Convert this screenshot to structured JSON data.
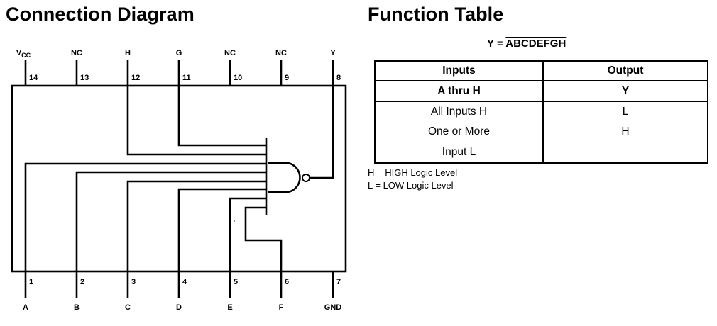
{
  "connection_diagram": {
    "title": "Connection Diagram",
    "top_pins": [
      {
        "number": "14",
        "label": "V",
        "label_sub": "CC"
      },
      {
        "number": "13",
        "label": "NC",
        "label_sub": ""
      },
      {
        "number": "12",
        "label": "H",
        "label_sub": ""
      },
      {
        "number": "11",
        "label": "G",
        "label_sub": ""
      },
      {
        "number": "10",
        "label": "NC",
        "label_sub": ""
      },
      {
        "number": "9",
        "label": "NC",
        "label_sub": ""
      },
      {
        "number": "8",
        "label": "Y",
        "label_sub": ""
      }
    ],
    "bottom_pins": [
      {
        "number": "1",
        "label": "A"
      },
      {
        "number": "2",
        "label": "B"
      },
      {
        "number": "3",
        "label": "C"
      },
      {
        "number": "4",
        "label": "D"
      },
      {
        "number": "5",
        "label": "E"
      },
      {
        "number": "6",
        "label": "F"
      },
      {
        "number": "7",
        "label": "GND"
      }
    ],
    "gate": {
      "type": "8-input NAND",
      "inputs": [
        "G",
        "H",
        "A",
        "B",
        "C",
        "D",
        "E",
        "F"
      ],
      "output": "Y"
    }
  },
  "function_table": {
    "title": "Function Table",
    "equation_lhs": "Y",
    "equation_sign": "=",
    "equation_rhs": "ABCDEFGH",
    "headers": {
      "inputs": "Inputs",
      "output": "Output"
    },
    "subheaders": {
      "inputs": "A thru H",
      "output": "Y"
    },
    "rows": [
      {
        "input": "All Inputs H",
        "output": "L"
      },
      {
        "input": "One or More",
        "output": "H"
      },
      {
        "input": "Input L",
        "output": ""
      }
    ],
    "legend": [
      "H = HIGH Logic Level",
      "L = LOW Logic Level"
    ]
  }
}
